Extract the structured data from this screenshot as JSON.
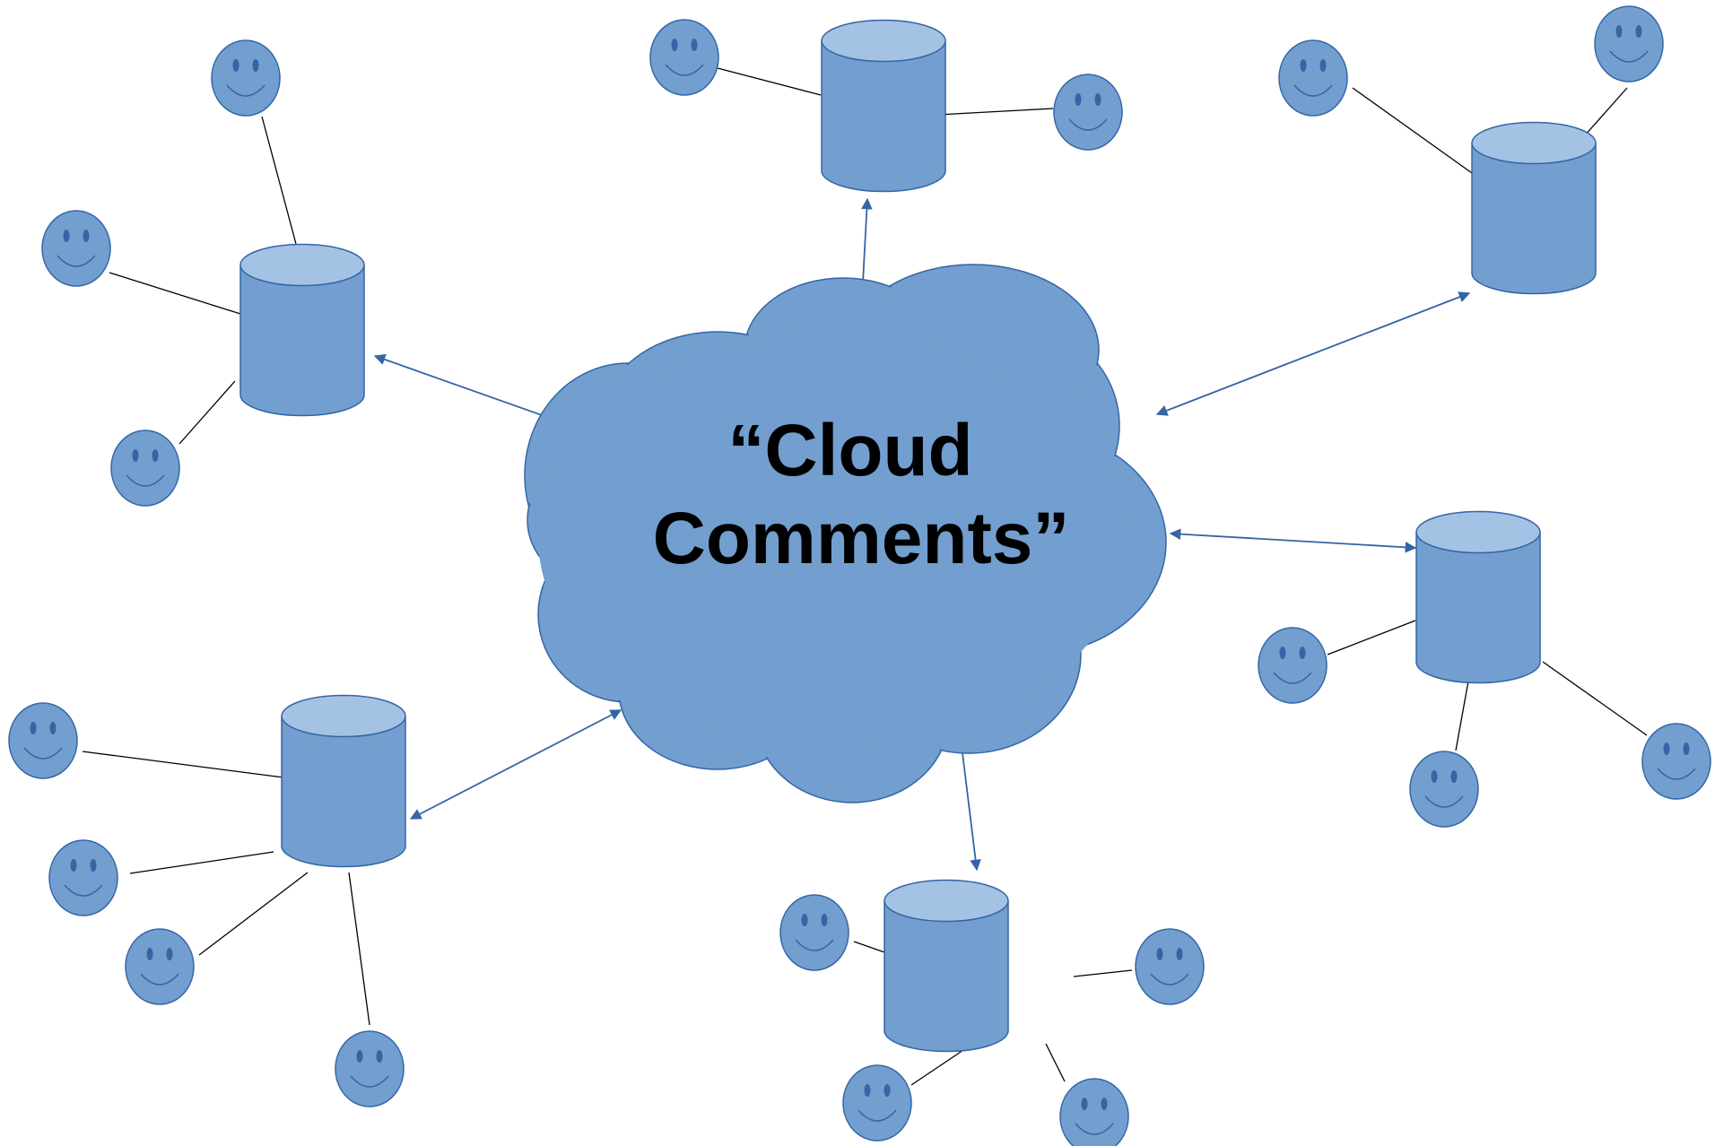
{
  "cloud": {
    "title_line1": "“Cloud",
    "title_line2": "Comments”"
  },
  "colors": {
    "shape_fill": "#729fcf",
    "shape_stroke": "#3465a4",
    "cylinder_top": "#a4c2e4",
    "face_features": "#3465a4",
    "arrow": "#3465a4",
    "connector": "#000000",
    "text": "#000000"
  },
  "icons": {
    "database": "database-cylinder-icon",
    "user": "smiley-face-icon",
    "cloud": "cloud-shape"
  },
  "clusters": [
    {
      "name": "top-left",
      "users": 3
    },
    {
      "name": "top-center",
      "users": 2
    },
    {
      "name": "top-right",
      "users": 2
    },
    {
      "name": "right",
      "users": 3
    },
    {
      "name": "bottom-center",
      "users": 4
    },
    {
      "name": "bottom-left",
      "users": 4
    }
  ]
}
